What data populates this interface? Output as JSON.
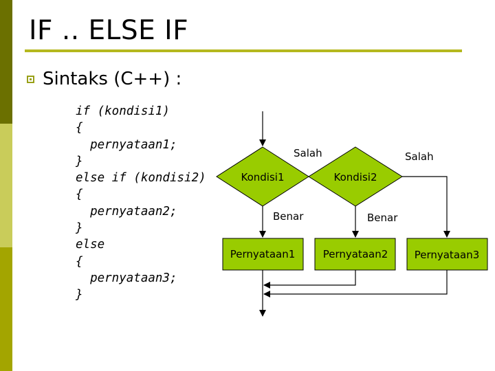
{
  "slide": {
    "title": "IF .. ELSE IF",
    "bullet": "Sintaks (C++) :"
  },
  "code": {
    "lines": [
      "if (kondisi1)",
      "{",
      "  pernyataan1;",
      "}",
      "else if (kondisi2)",
      "{",
      "  pernyataan2;",
      "}",
      "else",
      "{",
      "  pernyataan3;",
      "}"
    ]
  },
  "flowchart": {
    "decision1": "Kondisi1",
    "decision2": "Kondisi2",
    "salah1": "Salah",
    "salah2": "Salah",
    "benar1": "Benar",
    "benar2": "Benar",
    "statement1": "Pernyataan1",
    "statement2": "Pernyataan2",
    "statement3": "Pernyataan3"
  },
  "colors": {
    "shape_fill": "#99cc00",
    "accent_rule": "#b5b81e",
    "sidebar_dark": "#6b7000",
    "sidebar_light": "#c9cc5a",
    "sidebar_mid": "#a3a500"
  }
}
